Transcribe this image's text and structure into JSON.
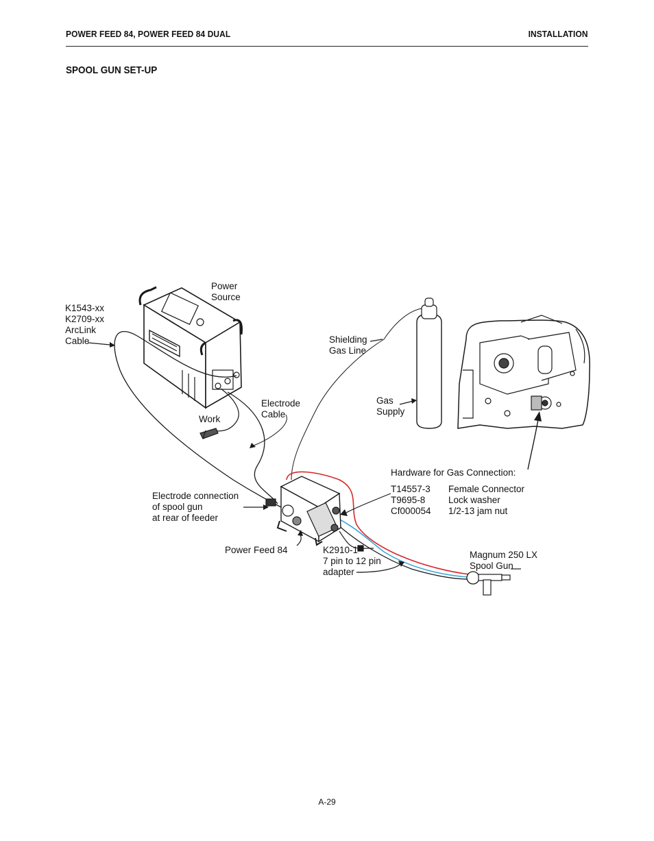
{
  "header": {
    "left": "POWER FEED 84, POWER FEED 84 DUAL",
    "right": "INSTALLATION"
  },
  "section_title": "SPOOL GUN SET-UP",
  "labels": {
    "power_source": [
      "Power",
      "Source"
    ],
    "arclink_cable": [
      "K1543-xx",
      "K2709-xx",
      "ArcLink",
      "Cable"
    ],
    "shielding_gas_line": [
      "Shielding",
      "Gas Line"
    ],
    "gas_supply": [
      "Gas",
      "Supply"
    ],
    "electrode_cable": [
      "Electrode",
      "Cable"
    ],
    "work": "Work",
    "hardware_title": "Hardware for Gas Connection:",
    "hardware_parts": [
      {
        "part": "T14557-3",
        "desc": "Female Connector"
      },
      {
        "part": "T9695-8",
        "desc": "Lock washer"
      },
      {
        "part": "Cf000054",
        "desc": "1/2-13 jam nut"
      }
    ],
    "electrode_connection": [
      "Electrode connection",
      "of spool gun",
      "at rear of feeder"
    ],
    "power_feed": "Power Feed 84",
    "adapter": [
      "K2910-1",
      "7 pin to 12 pin",
      "adapter"
    ],
    "spool_gun": [
      "Magnum 250 LX",
      "Spool Gun"
    ]
  },
  "colors": {
    "red_cable": "#d8262b",
    "blue_cable": "#3aa6d8",
    "line": "#1a1a1a"
  },
  "page_number": "A-29"
}
